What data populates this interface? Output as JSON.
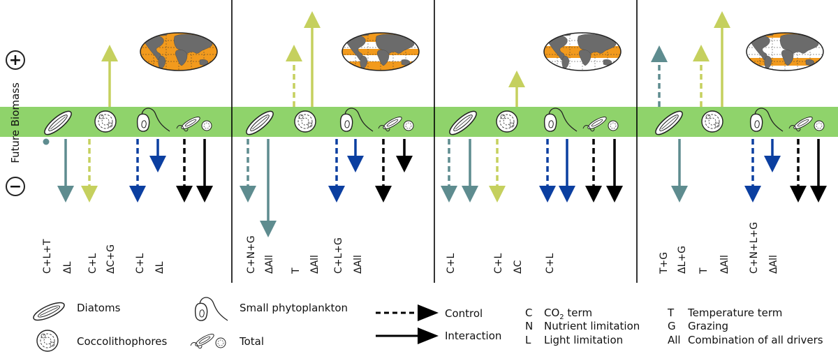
{
  "axis": {
    "title": "Future Biomass",
    "plus": "+",
    "minus": "−"
  },
  "colors": {
    "band": "#8fd36b",
    "diatoms": "#5e8c8f",
    "coccolithophores": "#c5d05e",
    "small_phytoplankton": "#0b3fa0",
    "total": "#000000",
    "ocean": "#f29a1d",
    "land": "#6b6b6b"
  },
  "panels": [
    {
      "labels": [
        {
          "text": "C+L+T",
          "driver_group": "diatoms"
        },
        {
          "text": "ΔL",
          "driver_group": "diatoms"
        },
        {
          "text": "C+L",
          "driver_group": "coccolithophores"
        },
        {
          "text": "ΔC+G",
          "driver_group": "coccolithophores"
        },
        {
          "text": "C+L",
          "driver_group": "small_phytoplankton"
        },
        {
          "text": "ΔL",
          "driver_group": "small_phytoplankton"
        }
      ]
    },
    {
      "labels": [
        {
          "text": "C+N+G",
          "driver_group": "diatoms"
        },
        {
          "text": "ΔAll",
          "driver_group": "diatoms"
        },
        {
          "text": "T",
          "driver_group": "coccolithophores"
        },
        {
          "text": "ΔAll",
          "driver_group": "coccolithophores"
        },
        {
          "text": "C+L+G",
          "driver_group": "small_phytoplankton"
        },
        {
          "text": "ΔAll",
          "driver_group": "small_phytoplankton"
        }
      ]
    },
    {
      "labels": [
        {
          "text": "C+L",
          "driver_group": "diatoms"
        },
        {
          "text": "C+L",
          "driver_group": "coccolithophores"
        },
        {
          "text": "ΔC",
          "driver_group": "coccolithophores"
        },
        {
          "text": "C+L",
          "driver_group": "small_phytoplankton"
        }
      ]
    },
    {
      "labels": [
        {
          "text": "T+G",
          "driver_group": "diatoms"
        },
        {
          "text": "ΔL+G",
          "driver_group": "diatoms"
        },
        {
          "text": "T",
          "driver_group": "coccolithophores"
        },
        {
          "text": "ΔAll",
          "driver_group": "coccolithophores"
        },
        {
          "text": "C+N+L+G",
          "driver_group": "small_phytoplankton"
        },
        {
          "text": "ΔAll",
          "driver_group": "small_phytoplankton"
        }
      ]
    }
  ],
  "legend": {
    "groups": {
      "diatoms": "Diatoms",
      "coccolithophores": "Coccolithophores",
      "small_phytoplankton": "Small phytoplankton",
      "total": "Total"
    },
    "line_styles": {
      "control": "Control",
      "interaction": "Interaction"
    },
    "drivers": [
      {
        "code": "C",
        "desc": "CO",
        "desc_sub": "2",
        "desc_tail": " term"
      },
      {
        "code": "N",
        "desc": "Nutrient limitation",
        "desc_sub": "",
        "desc_tail": ""
      },
      {
        "code": "L",
        "desc": "Light limitation",
        "desc_sub": "",
        "desc_tail": ""
      },
      {
        "code": "T",
        "desc": "Temperature term",
        "desc_sub": "",
        "desc_tail": ""
      },
      {
        "code": "G",
        "desc": "Grazing",
        "desc_sub": "",
        "desc_tail": ""
      },
      {
        "code": "All",
        "desc": "Combination of all drivers",
        "desc_sub": "",
        "desc_tail": ""
      }
    ]
  }
}
